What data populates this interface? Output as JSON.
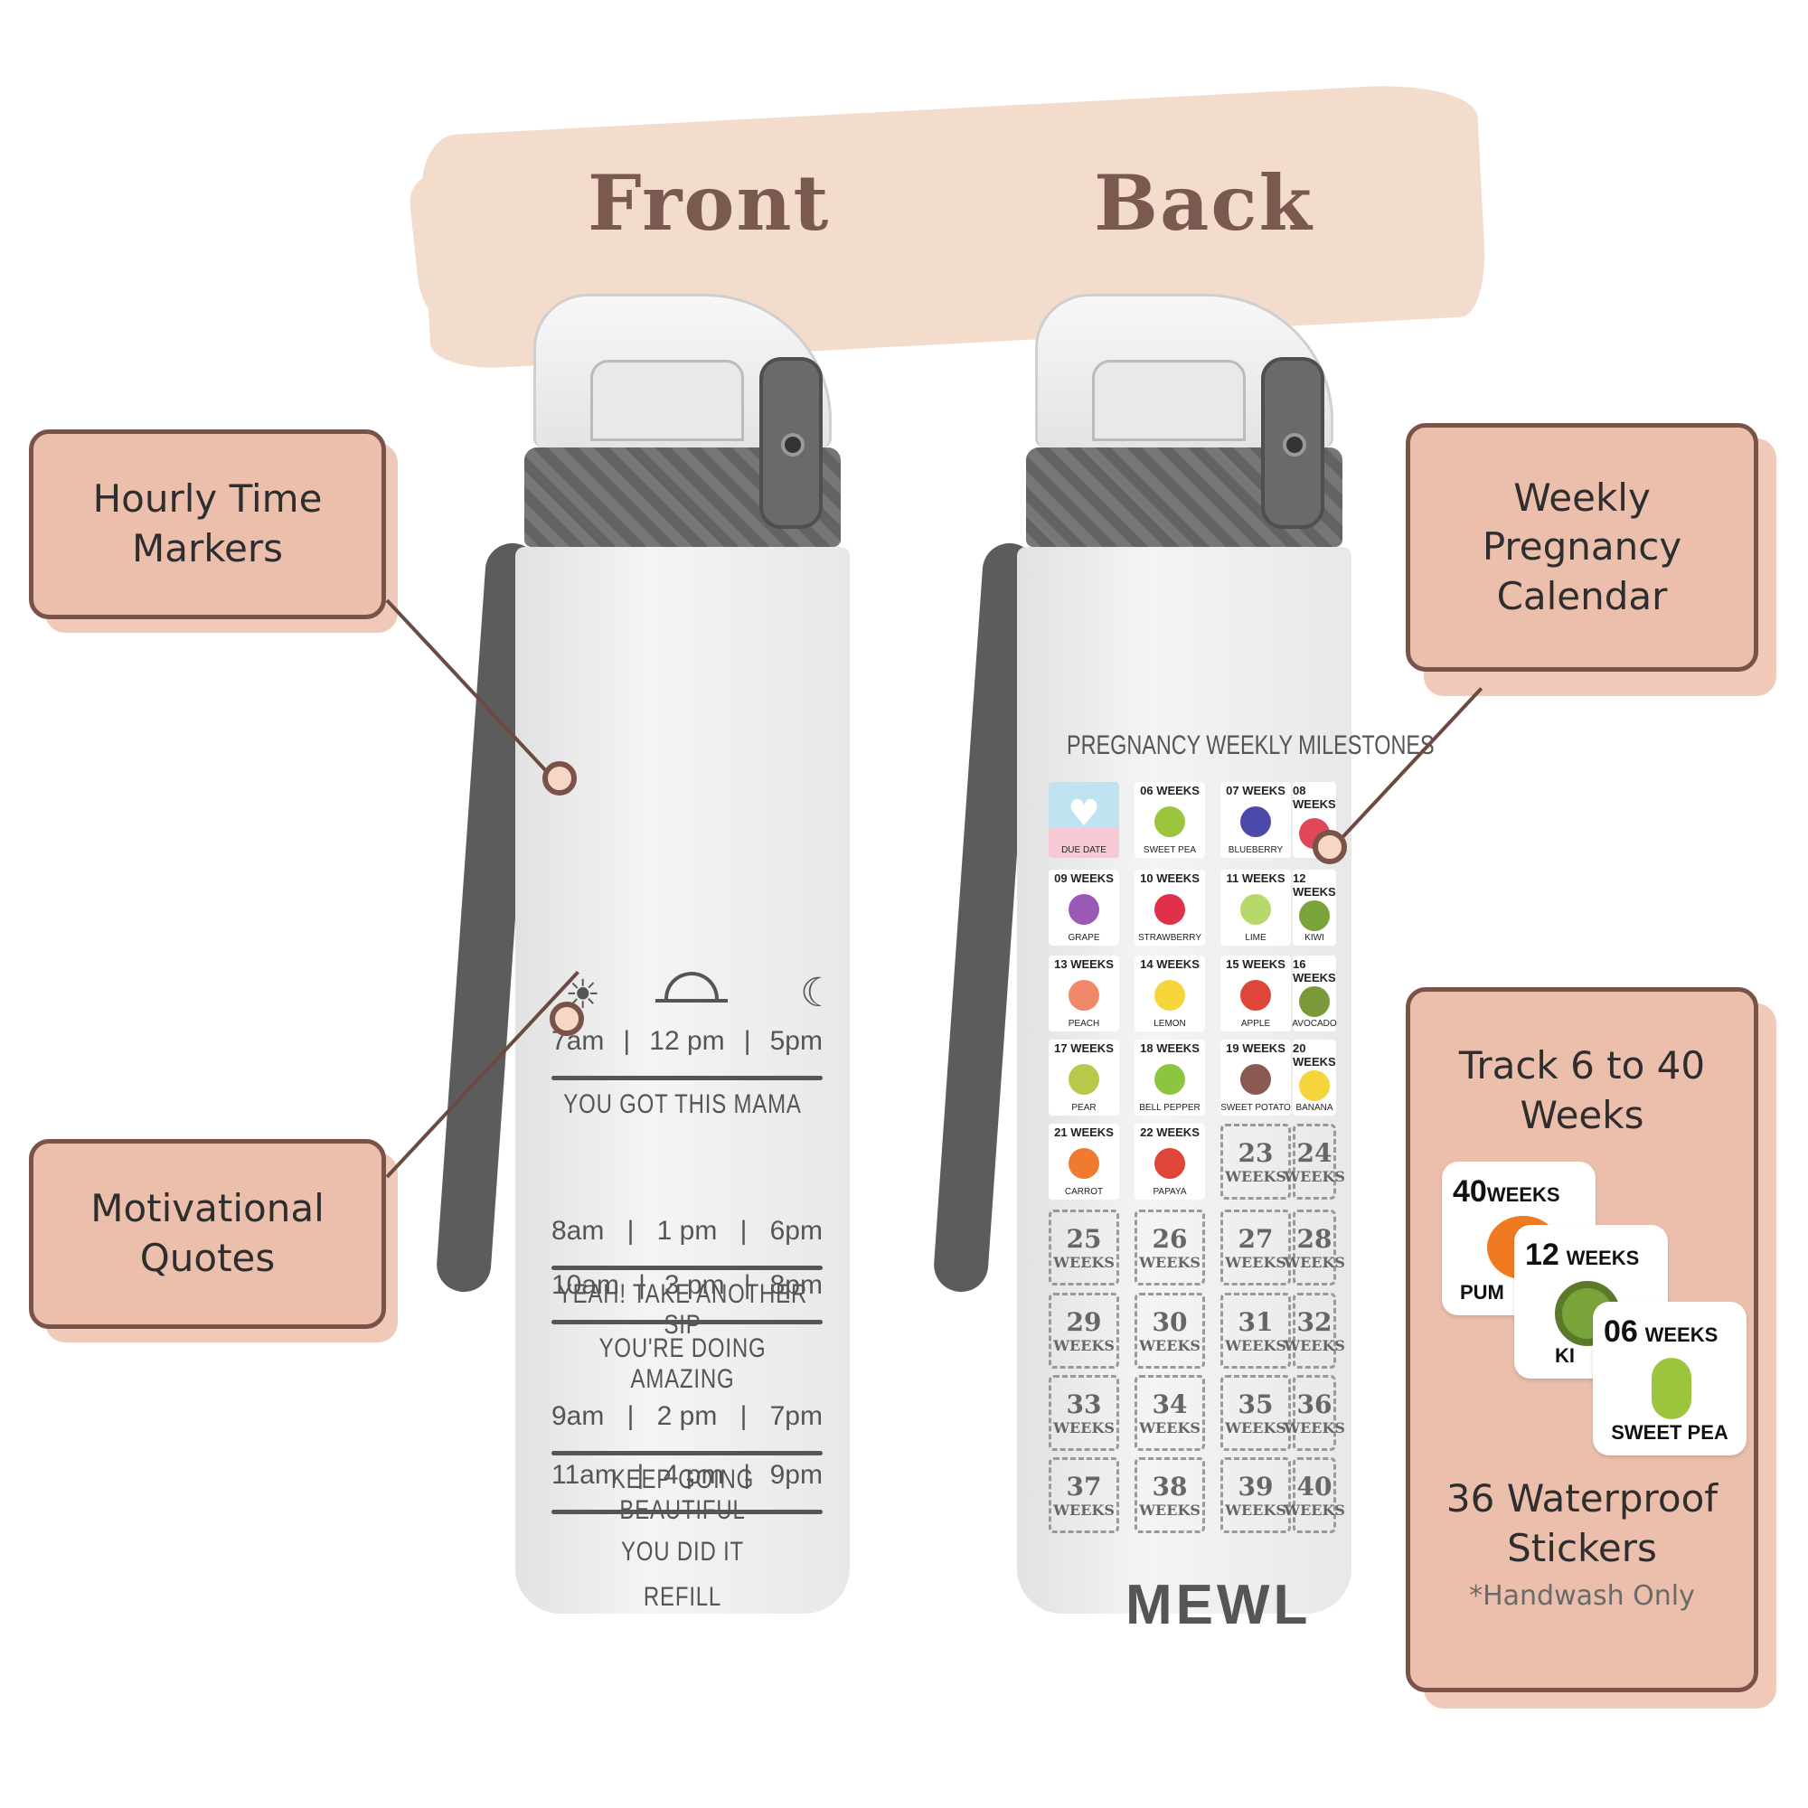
{
  "headings": {
    "front": "Front",
    "back": "Back"
  },
  "callouts": {
    "hourly": "Hourly Time Markers",
    "motivational": "Motivational Quotes",
    "weekly": "Weekly Pregnancy Calendar",
    "track": "Track 6 to 40 Weeks",
    "stickers": "36 Waterproof Stickers",
    "handwash": "*Handwash Only"
  },
  "front": {
    "rows": [
      {
        "times": [
          "7am",
          "|",
          "12 pm",
          "|",
          "5pm"
        ],
        "quote": "YOU GOT THIS MAMA"
      },
      {
        "times": [
          "8am",
          "|",
          "1 pm",
          "|",
          "6pm"
        ],
        "quote": "YEAH! TAKE ANOTHER SIP"
      },
      {
        "times": [
          "9am",
          "|",
          "2 pm",
          "|",
          "7pm"
        ],
        "quote": "KEEP GOING BEAUTIFUL"
      },
      {
        "times": [
          "10am",
          "|",
          "3 pm",
          "|",
          "8pm"
        ],
        "quote": "YOU'RE DOING AMAZING"
      },
      {
        "times": [
          "11am",
          "|",
          "4 pm",
          "|",
          "9pm"
        ],
        "quote": "YOU DID IT"
      }
    ],
    "refill": "REFILL"
  },
  "back": {
    "title": "PREGNANCY WEEKLY MILESTONES",
    "due_date": "DUE DATE",
    "stickers": [
      {
        "week": "06 WEEKS",
        "name": "SWEET PEA",
        "color": "#9bc53d"
      },
      {
        "week": "07 WEEKS",
        "name": "BLUEBERRY",
        "color": "#4b4aa8"
      },
      {
        "week": "08 WEEKS",
        "name": "",
        "color": "#e0475a"
      },
      {
        "week": "09 WEEKS",
        "name": "GRAPE",
        "color": "#9b59b6"
      },
      {
        "week": "10 WEEKS",
        "name": "STRAWBERRY",
        "color": "#e0304a"
      },
      {
        "week": "11 WEEKS",
        "name": "LIME",
        "color": "#b7d96a"
      },
      {
        "week": "12 WEEKS",
        "name": "KIWI",
        "color": "#7aa33a"
      },
      {
        "week": "13 WEEKS",
        "name": "PEACH",
        "color": "#f0896a"
      },
      {
        "week": "14 WEEKS",
        "name": "LEMON",
        "color": "#f5d53a"
      },
      {
        "week": "15 WEEKS",
        "name": "APPLE",
        "color": "#e0453a"
      },
      {
        "week": "16 WEEKS",
        "name": "AVOCADO",
        "color": "#7a9a3a"
      },
      {
        "week": "17 WEEKS",
        "name": "PEAR",
        "color": "#b9c84a"
      },
      {
        "week": "18 WEEKS",
        "name": "BELL PEPPER",
        "color": "#8cc63f"
      },
      {
        "week": "19 WEEKS",
        "name": "SWEET POTATO",
        "color": "#8a5a52"
      },
      {
        "week": "20 WEEKS",
        "name": "BANANA",
        "color": "#f5d53a"
      },
      {
        "week": "21 WEEKS",
        "name": "CARROT",
        "color": "#f07a30"
      },
      {
        "week": "22 WEEKS",
        "name": "PAPAYA",
        "color": "#e0453a"
      }
    ],
    "empty": [
      "23",
      "24",
      "25",
      "26",
      "27",
      "28",
      "29",
      "30",
      "31",
      "32",
      "33",
      "34",
      "35",
      "36",
      "37",
      "38",
      "39",
      "40"
    ],
    "weeks_label": "WEEKS",
    "brand": "MEWL"
  },
  "sample_stickers": [
    {
      "num": "40",
      "label": "WEEKS",
      "name": "PUM",
      "color": "#f07a20"
    },
    {
      "num": "12",
      "label": "WEEKS",
      "name": "KI",
      "color": "#7aa33a"
    },
    {
      "num": "06",
      "label": "WEEKS",
      "name": "SWEET PEA",
      "color": "#9bc53d"
    }
  ],
  "colors": {
    "callout_bg": "#ecbfac",
    "callout_border": "#7a5248",
    "heading": "#7a5a50",
    "brush": "#f3dccb"
  }
}
